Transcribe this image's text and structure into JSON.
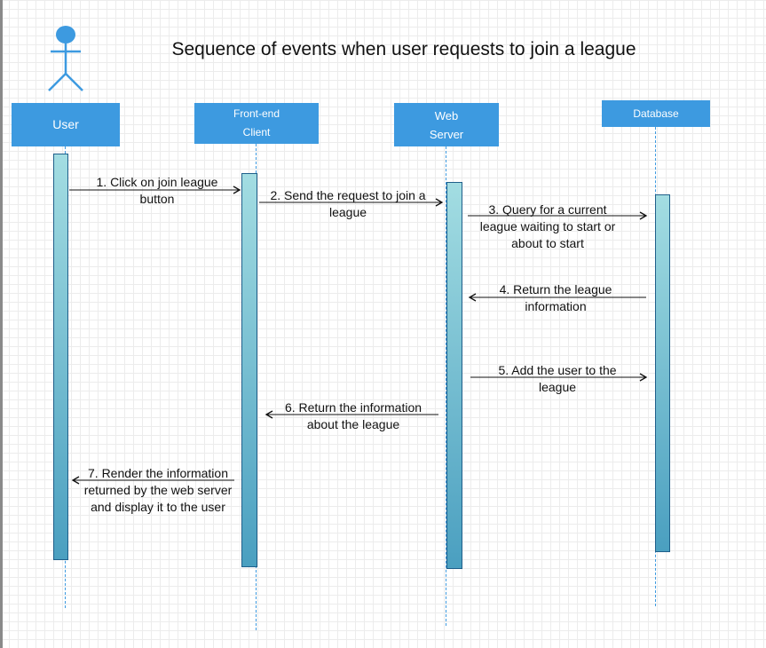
{
  "title": "Sequence of events when user requests to join a league",
  "actor": {
    "icon": "user-stick-figure-icon"
  },
  "participants": [
    {
      "id": "user",
      "line1": "User",
      "line2": ""
    },
    {
      "id": "client",
      "line1": "Front-end",
      "line2": "Client"
    },
    {
      "id": "server",
      "line1": "Web",
      "line2": "Server"
    },
    {
      "id": "database",
      "line1": "Database",
      "line2": ""
    }
  ],
  "messages": [
    {
      "line1": "1. Click on join league",
      "line2": "button",
      "line3": ""
    },
    {
      "line1": "2. Send the request to join a",
      "line2": "league",
      "line3": ""
    },
    {
      "line1": "3. Query for a current",
      "line2": "league waiting to start or",
      "line3": "about to start"
    },
    {
      "line1": "4. Return the league",
      "line2": "information",
      "line3": ""
    },
    {
      "line1": "5. Add the user to the",
      "line2": "league",
      "line3": ""
    },
    {
      "line1": "6. Return the information",
      "line2": "about the league",
      "line3": ""
    },
    {
      "line1": "7. Render the information",
      "line2": "returned by the web server",
      "line3": "and display it to the user"
    }
  ],
  "colors": {
    "header": "#3d9ae0",
    "actor": "#3d9ae0",
    "activation_top": "#a3dde2",
    "activation_bottom": "#4a9fc0",
    "arrow": "#111111"
  }
}
